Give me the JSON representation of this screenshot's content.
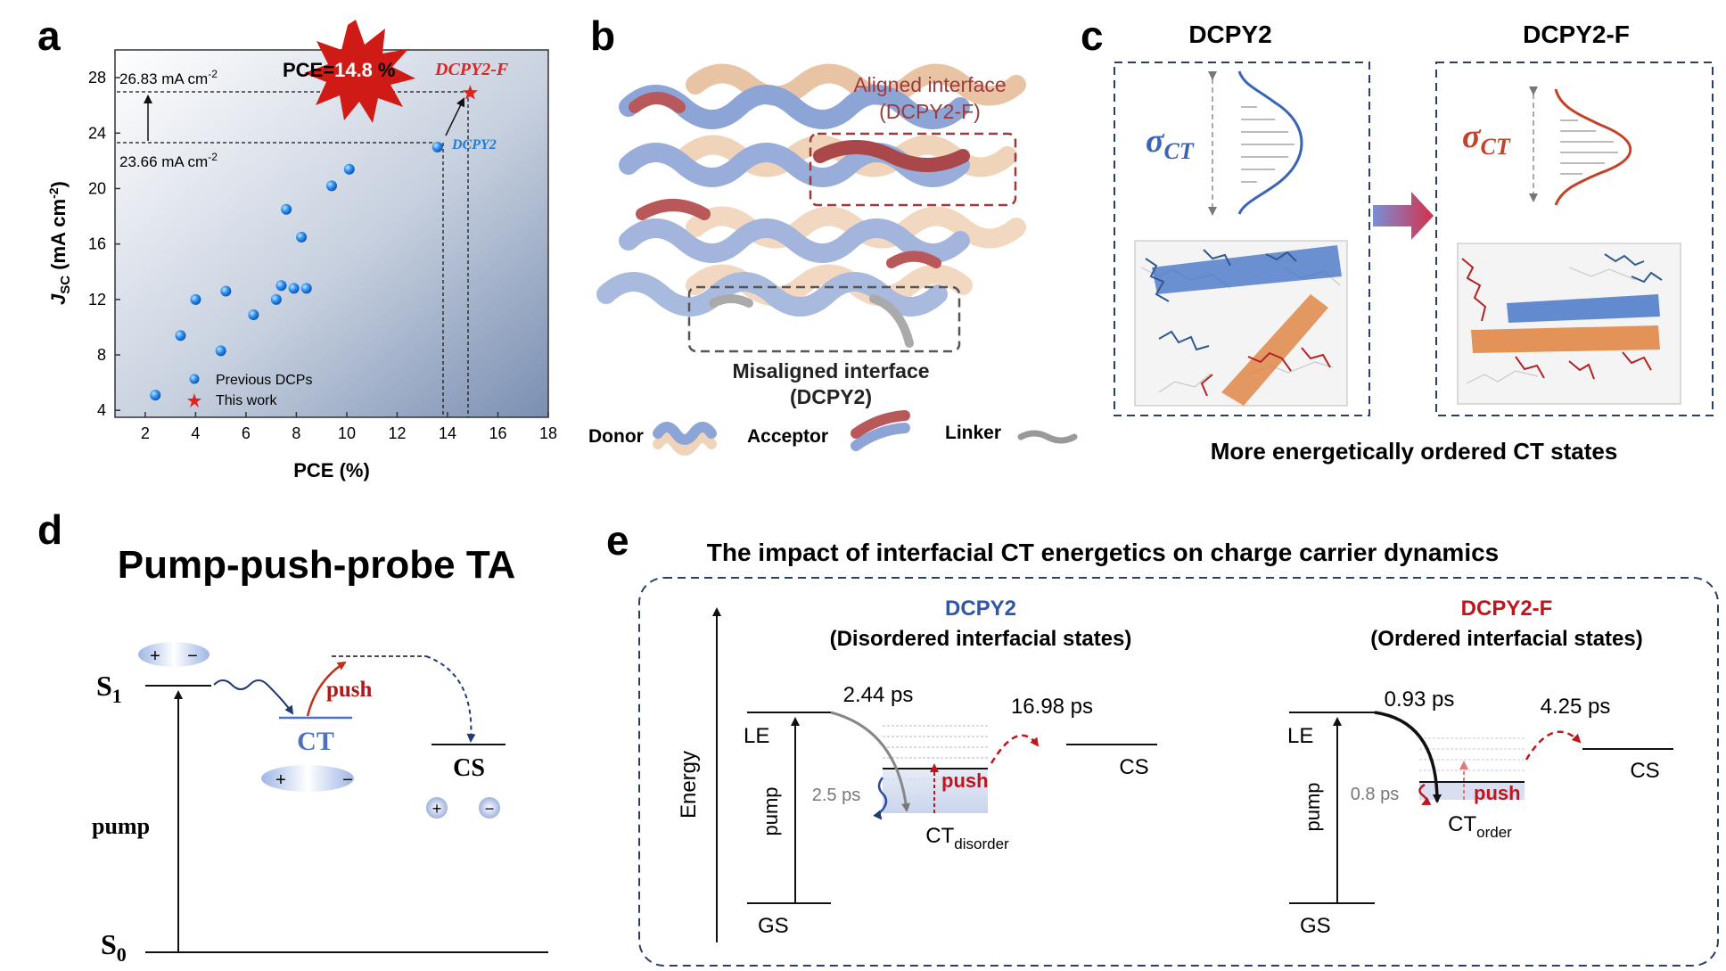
{
  "panels": {
    "a": "a",
    "b": "b",
    "c": "c",
    "d": "d",
    "e": "e"
  },
  "panel_a": {
    "xlabel": "PCE (%)",
    "ylabel_main": "J",
    "ylabel_sub": "SC",
    "ylabel_unit": " (mA cm",
    "ylabel_sup": "-2",
    "ylabel_close": ")",
    "xticks": [
      "2",
      "4",
      "6",
      "8",
      "10",
      "12",
      "14",
      "16",
      "18"
    ],
    "yticks": [
      "4",
      "8",
      "12",
      "16",
      "20",
      "24",
      "28"
    ],
    "legend_prev": "Previous DCPs",
    "legend_this": "This work",
    "label_dcpy2": "DCPY2",
    "label_dcpy2f": "DCPY2-F",
    "jsc_top": "26.83 mA cm",
    "jsc_top_sup": "-2",
    "jsc_bottom": "23.66 mA cm",
    "jsc_bottom_sup": "-2",
    "pce_prefix": "PCE=",
    "pce_value": "14.8",
    "pce_suffix": "%",
    "colors": {
      "previous": "#1c7fe0",
      "this_work": "#e0231f",
      "bg_dark": "#7f93b5"
    }
  },
  "chart_data": {
    "type": "scatter",
    "xlabel": "PCE (%)",
    "ylabel": "JSC (mA cm-2)",
    "xlim": [
      0.8,
      18
    ],
    "ylim": [
      3.5,
      30
    ],
    "legend": "bottom-left",
    "series": [
      {
        "name": "Previous DCPs",
        "points": [
          [
            2.4,
            5.1
          ],
          [
            3.4,
            9.4
          ],
          [
            4.0,
            12.0
          ],
          [
            5.0,
            8.3
          ],
          [
            5.2,
            12.6
          ],
          [
            6.3,
            10.9
          ],
          [
            7.2,
            12.0
          ],
          [
            7.4,
            13.0
          ],
          [
            7.6,
            18.5
          ],
          [
            7.9,
            12.8
          ],
          [
            8.2,
            16.5
          ],
          [
            8.4,
            12.8
          ],
          [
            9.4,
            20.2
          ],
          [
            10.1,
            21.4
          ],
          [
            13.6,
            23.0
          ]
        ]
      },
      {
        "name": "This work",
        "points": [
          [
            14.9,
            26.9
          ]
        ]
      }
    ]
  },
  "panel_b": {
    "aligned_line1": "Aligned interface",
    "aligned_line2": "(DCPY2-F)",
    "misaligned_line1": "Misaligned interface",
    "misaligned_line2": "(DCPY2)",
    "legend_donor": "Donor",
    "legend_acceptor": "Acceptor",
    "legend_linker": "Linker",
    "colors": {
      "donor": "#8fa6d6",
      "acceptor": "#f2d2b6",
      "linker": "#b9585a"
    }
  },
  "panel_c": {
    "title_left": "DCPY2",
    "title_right": "DCPY2-F",
    "sigma": "σ",
    "sigma_sub": "CT",
    "caption": "More energetically ordered CT states",
    "colors": {
      "blue": "#3a64b8",
      "red": "#c2422a"
    }
  },
  "panel_d": {
    "title": "Pump-push-probe TA",
    "s1": "S",
    "s1_sub": "1",
    "s0": "S",
    "s0_sub": "0",
    "ct": "CT",
    "push": "push",
    "cs": "CS",
    "pump": "pump",
    "plus": "+",
    "minus": "−"
  },
  "panel_e": {
    "title": "The impact of interfacial CT energetics on charge carrier dynamics",
    "energy": "Energy",
    "left": {
      "name": "DCPY2",
      "subtitle": "(Disordered interfacial states)",
      "le": "LE",
      "gs": "GS",
      "pump": "pump",
      "cs": "CS",
      "push": "push",
      "ct": "CT",
      "ct_sub": "disorder",
      "t_fast": "2.44 ps",
      "t_cs": "16.98 ps",
      "t_relax": "2.5 ps"
    },
    "right": {
      "name": "DCPY2-F",
      "subtitle": "(Ordered interfacial states)",
      "le": "LE",
      "gs": "GS",
      "pump": "pump",
      "cs": "CS",
      "push": "push",
      "ct": "CT",
      "ct_sub": "order",
      "t_fast": "0.93 ps",
      "t_cs": "4.25 ps",
      "t_relax": "0.8 ps"
    },
    "colors": {
      "blue": "#3056a8",
      "red": "#c0151d"
    }
  }
}
